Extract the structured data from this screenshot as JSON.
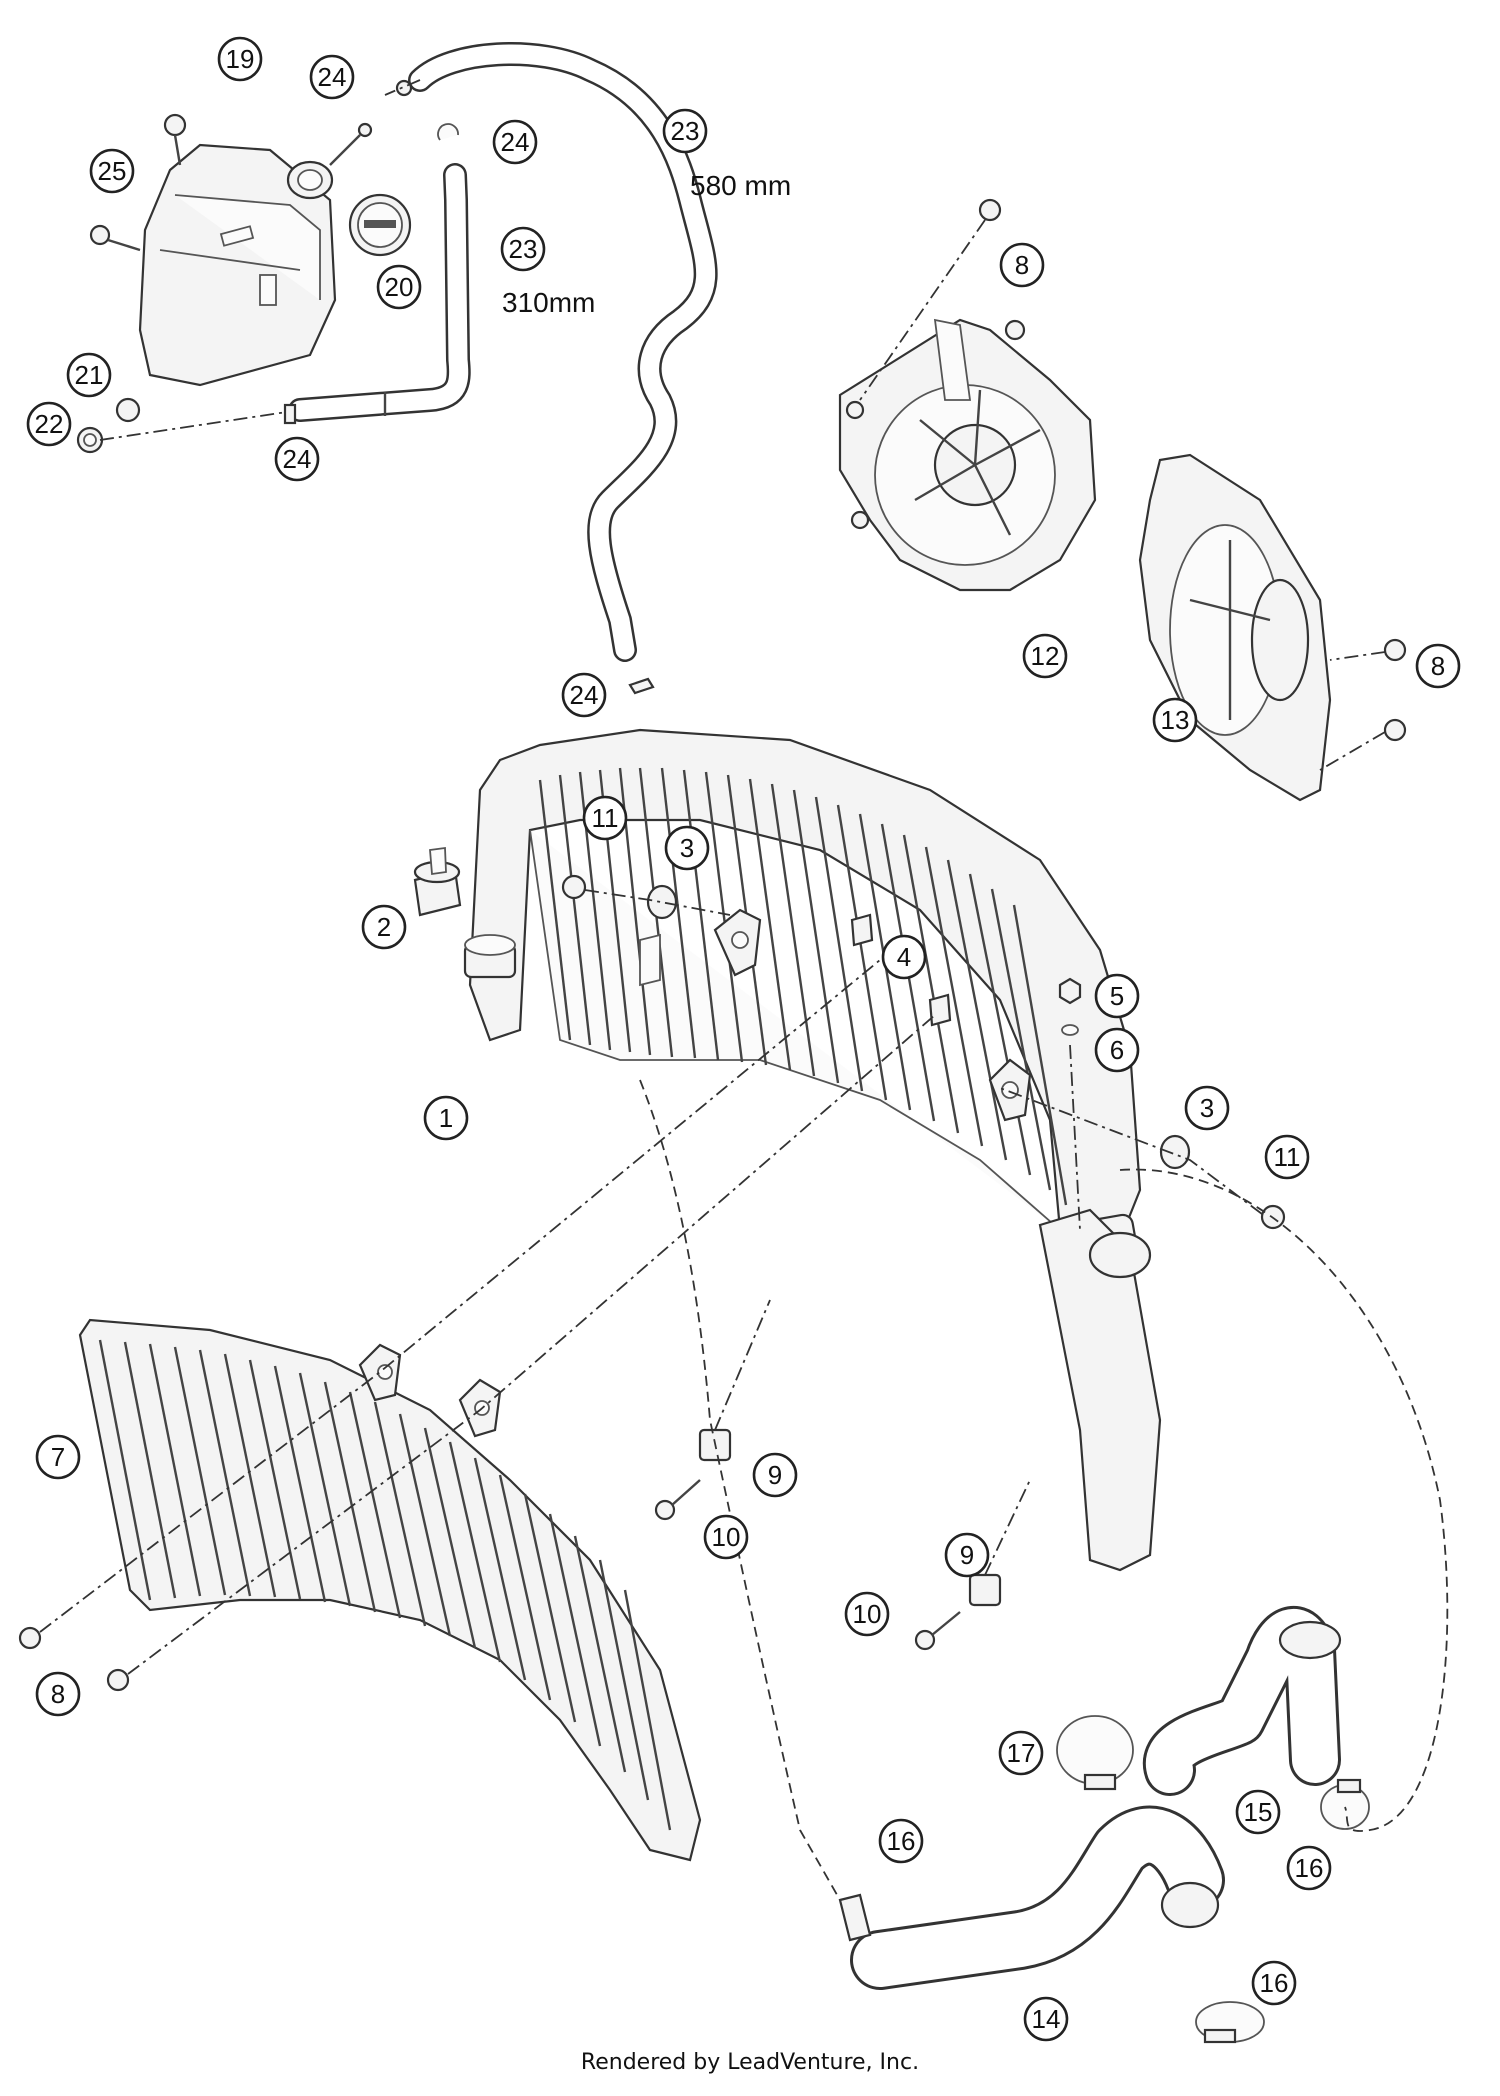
{
  "diagram": {
    "callouts": [
      {
        "id": "c1",
        "label": "1"
      },
      {
        "id": "c2",
        "label": "2"
      },
      {
        "id": "c3a",
        "label": "3"
      },
      {
        "id": "c3b",
        "label": "3"
      },
      {
        "id": "c4",
        "label": "4"
      },
      {
        "id": "c5",
        "label": "5"
      },
      {
        "id": "c6",
        "label": "6"
      },
      {
        "id": "c7",
        "label": "7"
      },
      {
        "id": "c8a",
        "label": "8"
      },
      {
        "id": "c8b",
        "label": "8"
      },
      {
        "id": "c8c",
        "label": "8"
      },
      {
        "id": "c9a",
        "label": "9"
      },
      {
        "id": "c9b",
        "label": "9"
      },
      {
        "id": "c10a",
        "label": "10"
      },
      {
        "id": "c10b",
        "label": "10"
      },
      {
        "id": "c11a",
        "label": "11"
      },
      {
        "id": "c11b",
        "label": "11"
      },
      {
        "id": "c12",
        "label": "12"
      },
      {
        "id": "c13",
        "label": "13"
      },
      {
        "id": "c14",
        "label": "14"
      },
      {
        "id": "c15",
        "label": "15"
      },
      {
        "id": "c16a",
        "label": "16"
      },
      {
        "id": "c16b",
        "label": "16"
      },
      {
        "id": "c16c",
        "label": "16"
      },
      {
        "id": "c17",
        "label": "17"
      },
      {
        "id": "c19",
        "label": "19"
      },
      {
        "id": "c20",
        "label": "20"
      },
      {
        "id": "c21",
        "label": "21"
      },
      {
        "id": "c22",
        "label": "22"
      },
      {
        "id": "c23a",
        "label": "23"
      },
      {
        "id": "c23b",
        "label": "23"
      },
      {
        "id": "c24a",
        "label": "24"
      },
      {
        "id": "c24b",
        "label": "24"
      },
      {
        "id": "c24c",
        "label": "24"
      },
      {
        "id": "c24d",
        "label": "24"
      },
      {
        "id": "c25",
        "label": "25"
      }
    ],
    "dimensions": {
      "hose_long": "580 mm",
      "hose_short": "310mm"
    }
  },
  "footer": {
    "credit": "Rendered by LeadVenture, Inc."
  }
}
